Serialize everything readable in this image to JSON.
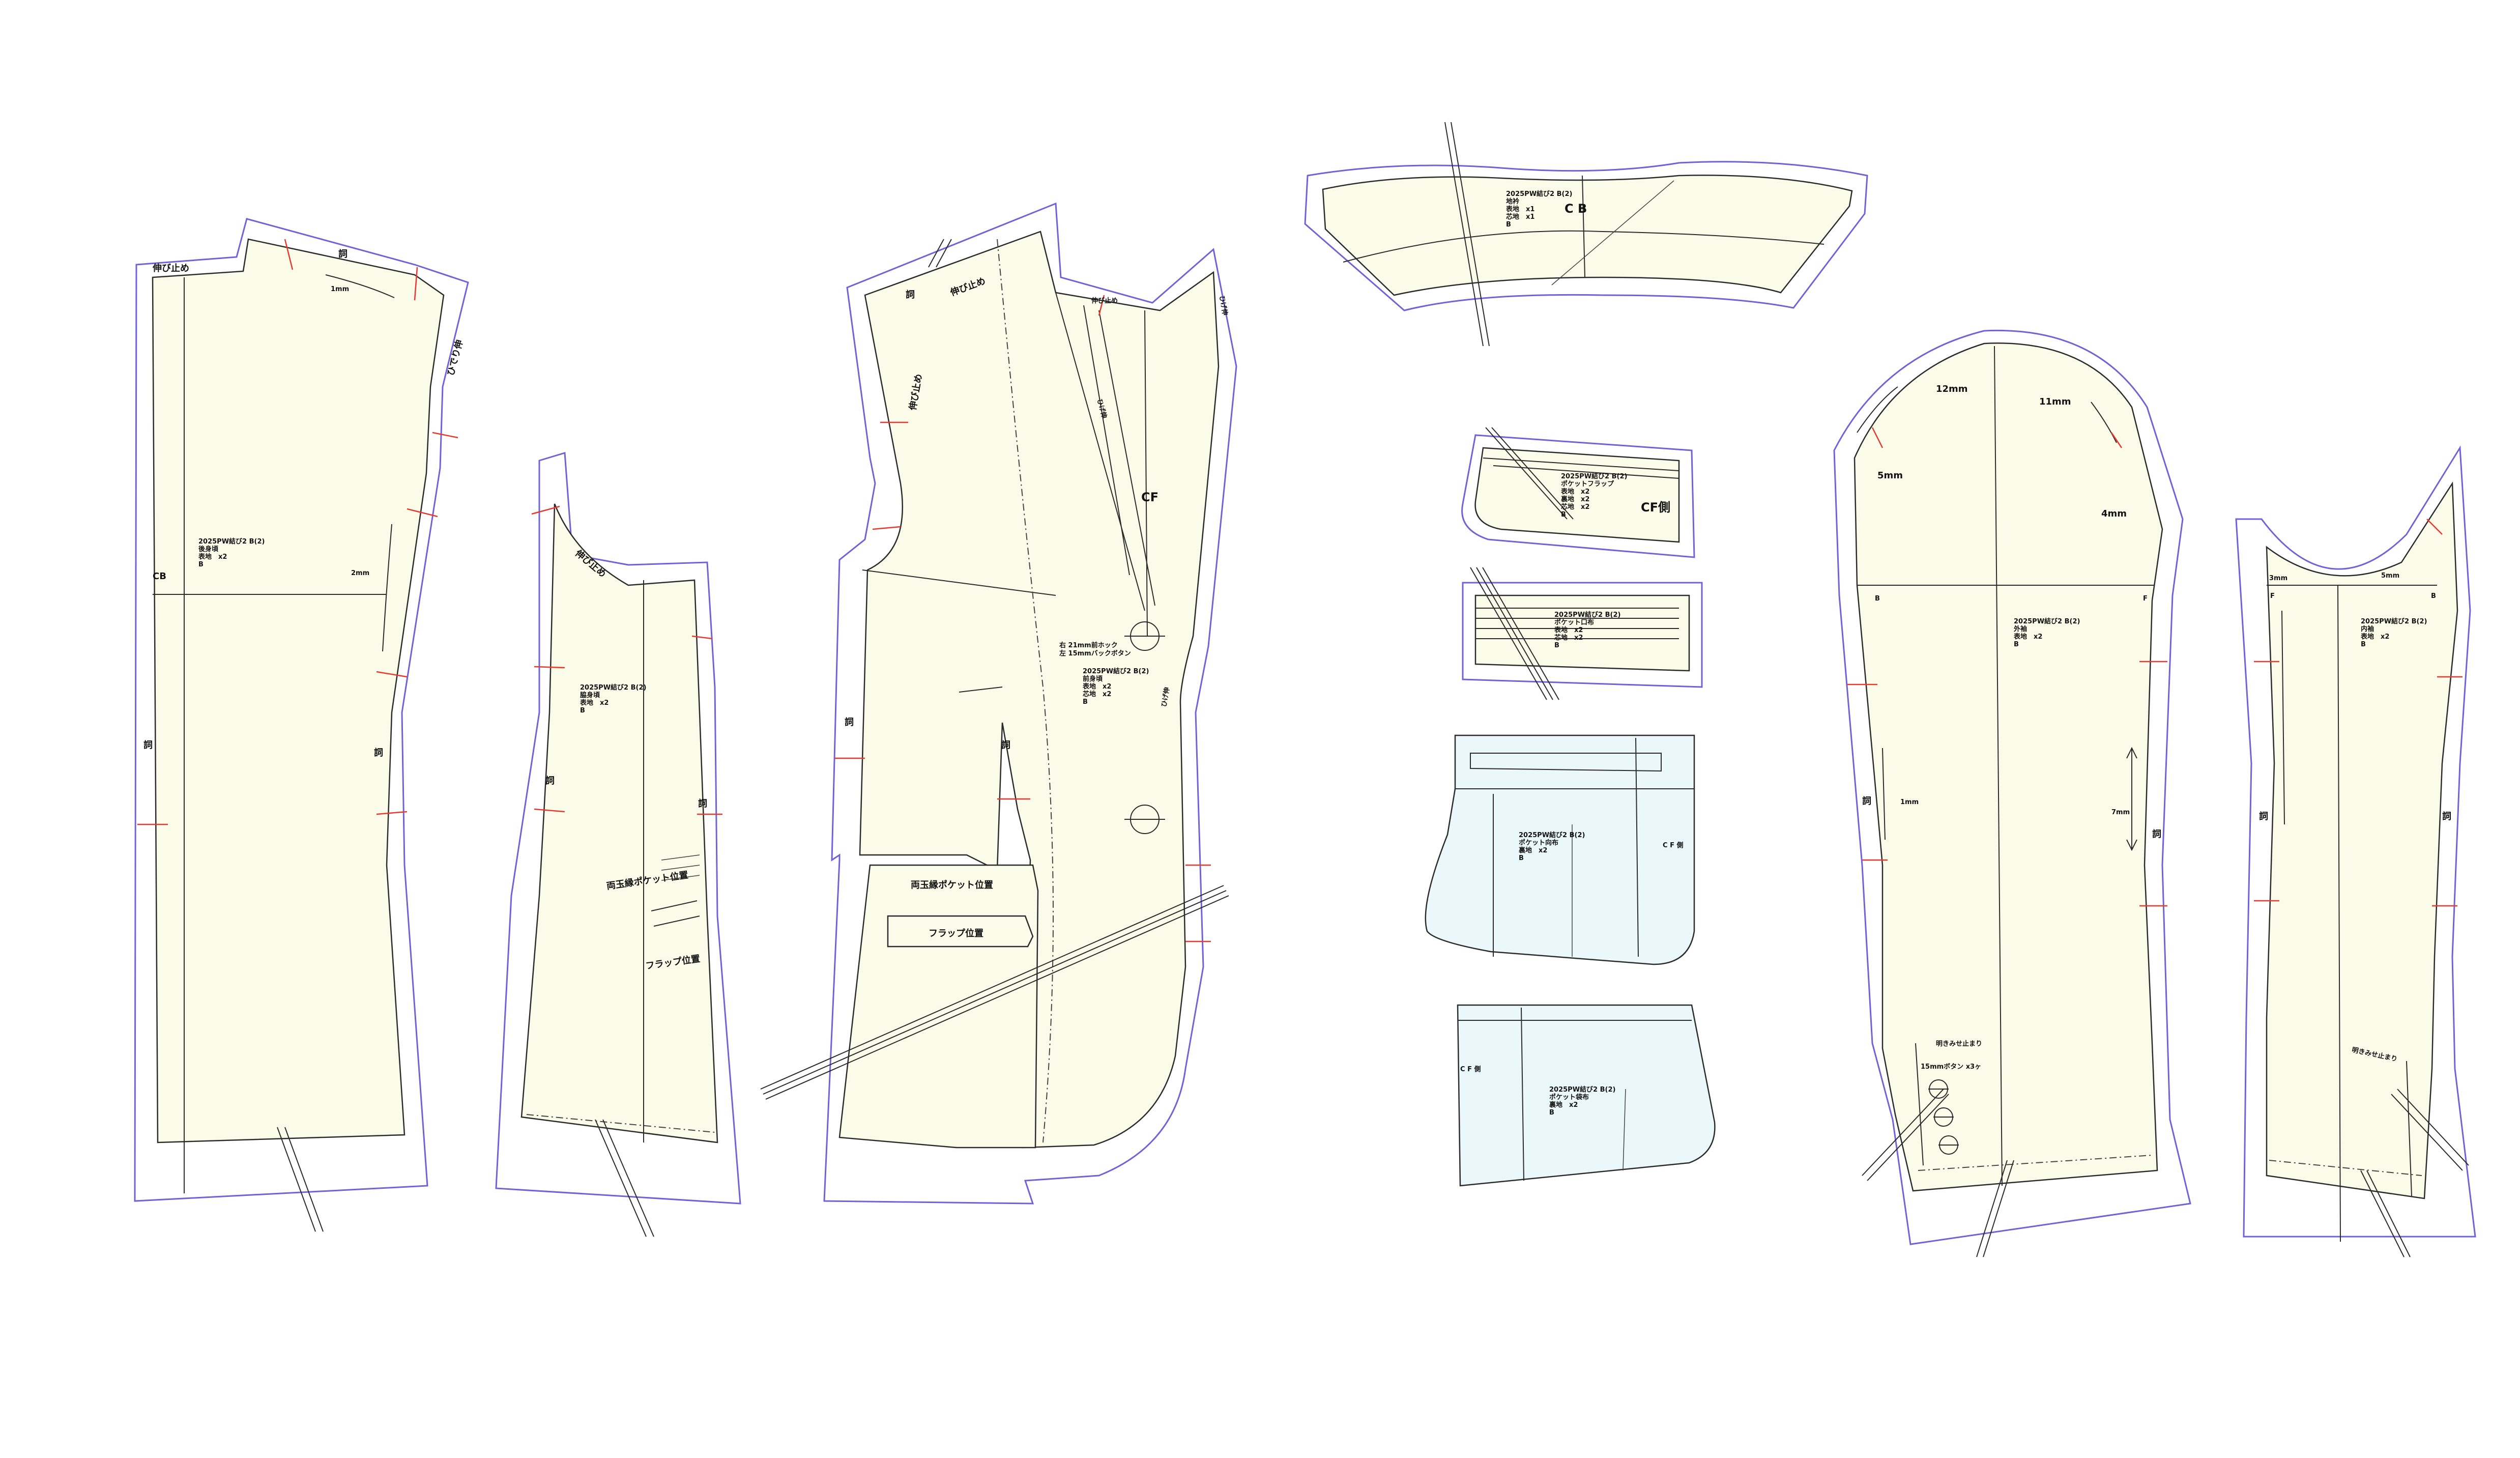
{
  "colors": {
    "paper": "#fbfbea",
    "pocket_bag": "#eaf8fb",
    "seam_allowance_outline": "#6f63d8",
    "notch": "#e8392f",
    "line": "#2b2b2b"
  },
  "back_body": {
    "marks": {
      "shrink": "伸び止め",
      "ease_top": "詞",
      "one_mm": "1mm",
      "armhole": "ひでり伸",
      "cb": "CB",
      "two_mm": "2mm",
      "side_left": "詞",
      "side_right": "詞"
    },
    "info": [
      "2025PW結び2 B(2)",
      "後身頃",
      "表地　x2",
      "B"
    ]
  },
  "side_body": {
    "marks": {
      "shrink": "伸び止め",
      "side_left": "詞",
      "side_right": "詞",
      "welt_pocket": "両玉縁ポケット位置",
      "flap_pos": "フラップ位置"
    },
    "info": [
      "2025PW結び2 B(2)",
      "脇身頃",
      "表地　x2",
      "B"
    ]
  },
  "front_body": {
    "marks": {
      "shrink_1": "伸び止め",
      "shrink_2": "伸び止め",
      "shrink_3": "伸び止め",
      "ease": "詞",
      "ease_2": "詞",
      "ext": "ひげ伸",
      "cf": "CF",
      "cf_side": "ひげ伸",
      "lapel": "ひげ伸",
      "side_left": "詞",
      "welt_pocket": "両玉縁ポケット位置",
      "flap_pos": "フラップ位置"
    },
    "button_note_1": "右 21mm前ホック",
    "button_note_2": "左 15mmバックボタン",
    "info": [
      "2025PW結び2 B(2)",
      "前身頃",
      "表地　x2",
      "芯地　x2",
      "B"
    ]
  },
  "collar": {
    "marks": {
      "cb": "C B"
    },
    "info": [
      "2025PW結び2 B(2)",
      "地衿",
      "表地　x1",
      "芯地　x1",
      "B"
    ]
  },
  "pocket_flap": {
    "marks": {
      "cf_side": "CF側"
    },
    "info": [
      "2025PW結び2 B(2)",
      "ポケットフラップ",
      "表地　x2",
      "裏地　x2",
      "芯地　x2",
      "B"
    ]
  },
  "pocket_welt": {
    "info": [
      "2025PW結び2 B(2)",
      "ポケット口布",
      "表地　x2",
      "芯地　x2",
      "B"
    ]
  },
  "pocket_bag_upper": {
    "marks": {
      "cf_side": "C F 側"
    },
    "info": [
      "2025PW結び2 B(2)",
      "ポケット向布",
      "裏地　x2",
      "B"
    ]
  },
  "pocket_bag_lower": {
    "marks": {
      "cf_side": "C F 側"
    },
    "info": [
      "2025PW結び2 B(2)",
      "ポケット袋布",
      "裏地　x2",
      "B"
    ]
  },
  "top_sleeve": {
    "marks": {
      "twelve_mm": "12mm",
      "eleven_mm": "11mm",
      "five_mm": "5mm",
      "four_mm": "4mm",
      "b": "B",
      "f": "F",
      "ease_left": "詞",
      "ease_right": "詞",
      "one_mm": "1mm",
      "seven_mm": "7mm",
      "vent": "明きみせ止まり",
      "button_note": "15mmボタン x3ヶ"
    },
    "info": [
      "2025PW結び2 B(2)",
      "外袖",
      "表地　x2",
      "B"
    ]
  },
  "under_sleeve": {
    "marks": {
      "three_mm": "3mm",
      "five_mm": "5mm",
      "f": "F",
      "b": "B",
      "ease_left": "詞",
      "ease_right": "詞",
      "vent": "明きみせ止まり"
    },
    "info": [
      "2025PW結び2 B(2)",
      "内袖",
      "表地　x2",
      "B"
    ]
  }
}
